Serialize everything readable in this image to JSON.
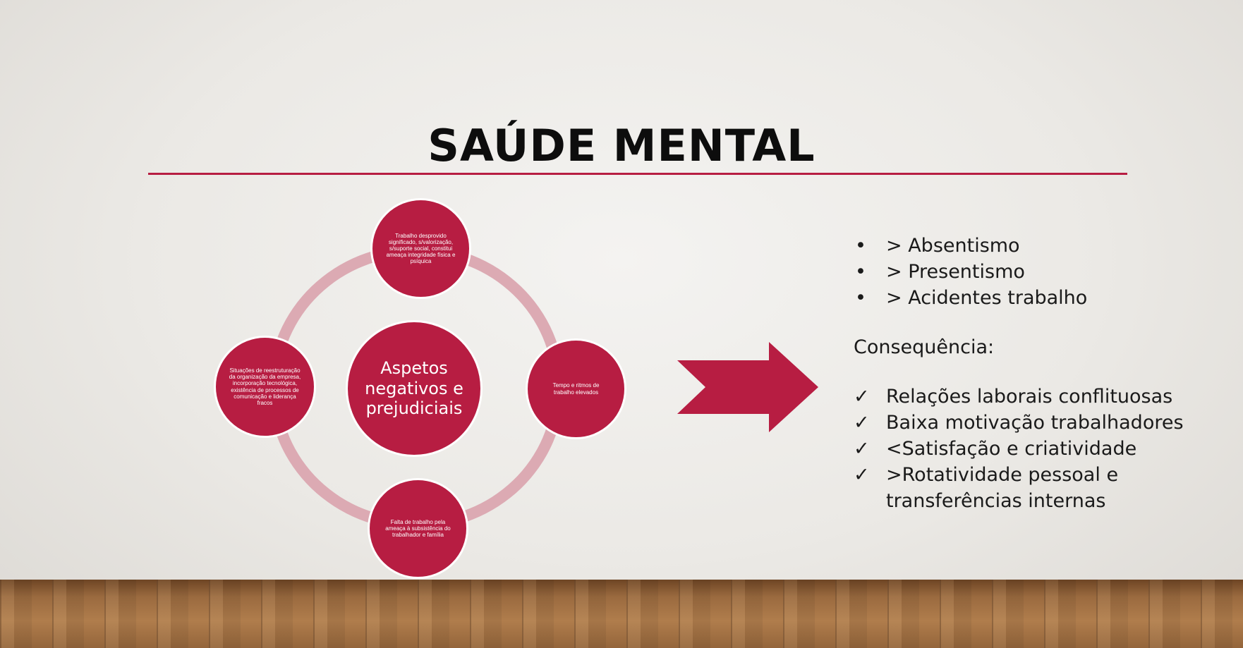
{
  "slide": {
    "title": "SAÚDE MENTAL",
    "accent_color": "#b71d42",
    "ring_color": "#dcaab3"
  },
  "diagram": {
    "center": "Aspetos negativos e prejudiciais",
    "nodes": {
      "top": "Trabalho desprovido significado, s/valorização, s/suporte social, constitui ameaça integridade física e psíquica",
      "right": "Tempo e ritmos de trabalho elevados",
      "bottom": "Falta de trabalho pela ameaça à subsistência do trabalhador e família",
      "left": "Situações de reestruturação da organização da empresa, incorporação tecnológica, existência de processos de comunicação e liderança fracos"
    },
    "arrow_icon": "chevron-arrow-right-icon"
  },
  "content": {
    "bullet_mark": "•",
    "bullets": [
      "> Absentismo",
      "> Presentismo",
      "> Acidentes trabalho"
    ],
    "consequence_label": "Consequência:",
    "check_mark": "✓",
    "checks": [
      "Relações laborais conflituosas",
      "Baixa motivação trabalhadores",
      "<Satisfação e criatividade",
      ">Rotatividade pessoal e transferências internas"
    ]
  }
}
